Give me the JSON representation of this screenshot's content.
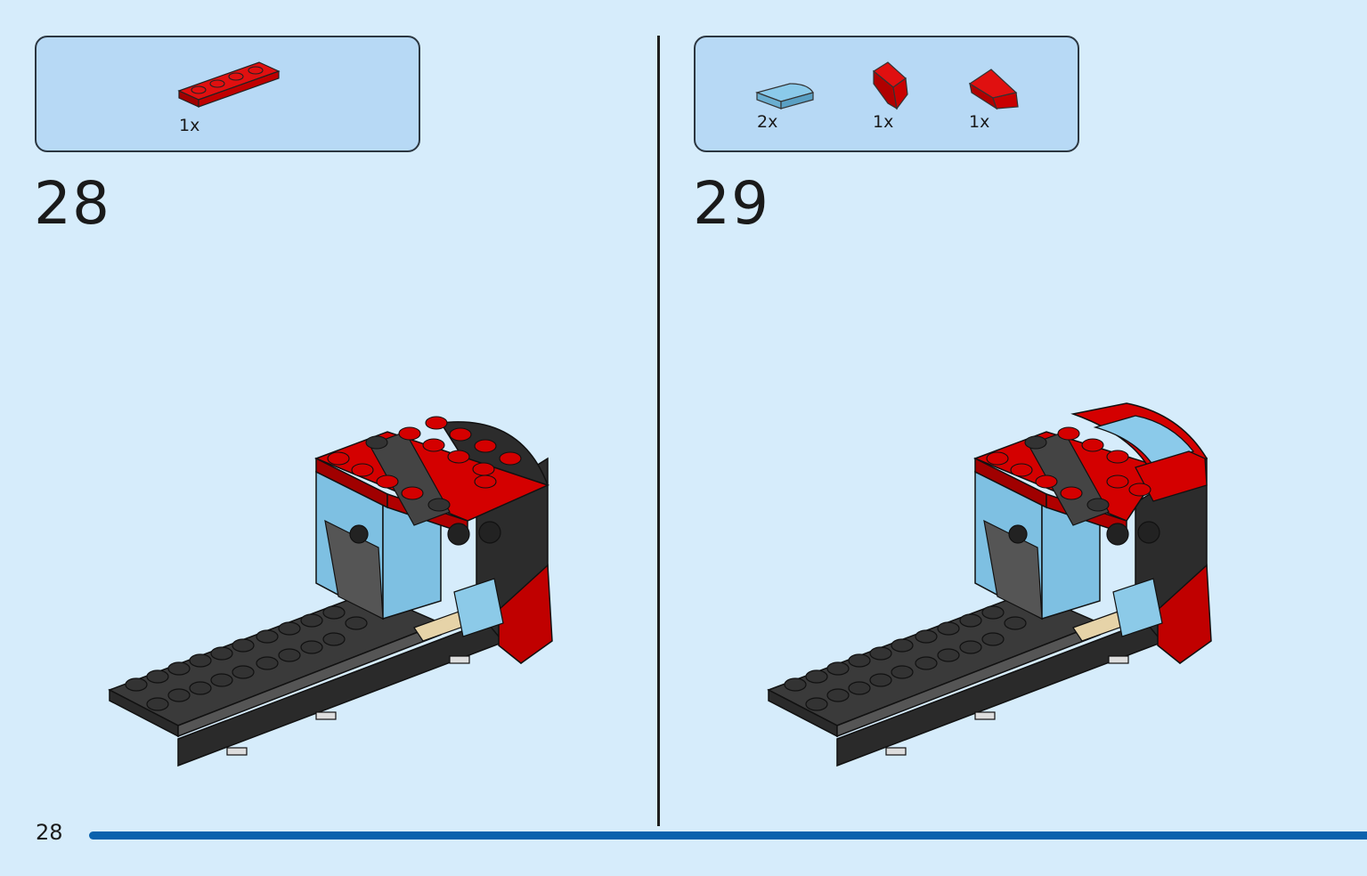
{
  "page": {
    "number": "28"
  },
  "steps": [
    {
      "number": "28",
      "parts": [
        {
          "name": "red 1x4 plate",
          "icon": "red-plate-1x4-icon",
          "color": "#d40000",
          "qty": "1x"
        }
      ]
    },
    {
      "number": "29",
      "parts": [
        {
          "name": "light blue curved slope",
          "icon": "blue-curved-slope-icon",
          "color": "#6fb7dc",
          "qty": "2x"
        },
        {
          "name": "red wedge left",
          "icon": "red-wedge-left-icon",
          "color": "#d40000",
          "qty": "1x"
        },
        {
          "name": "red wedge right",
          "icon": "red-wedge-right-icon",
          "color": "#d40000",
          "qty": "1x"
        }
      ]
    }
  ],
  "colors": {
    "background": "#d6ecfb",
    "parts_box": "#b7d9f5",
    "brick_red": "#d40000",
    "brick_black": "#333333",
    "brick_light_blue": "#7ec0e2",
    "brick_tan": "#e6d3a8",
    "progress_bar": "#0a62ad"
  }
}
